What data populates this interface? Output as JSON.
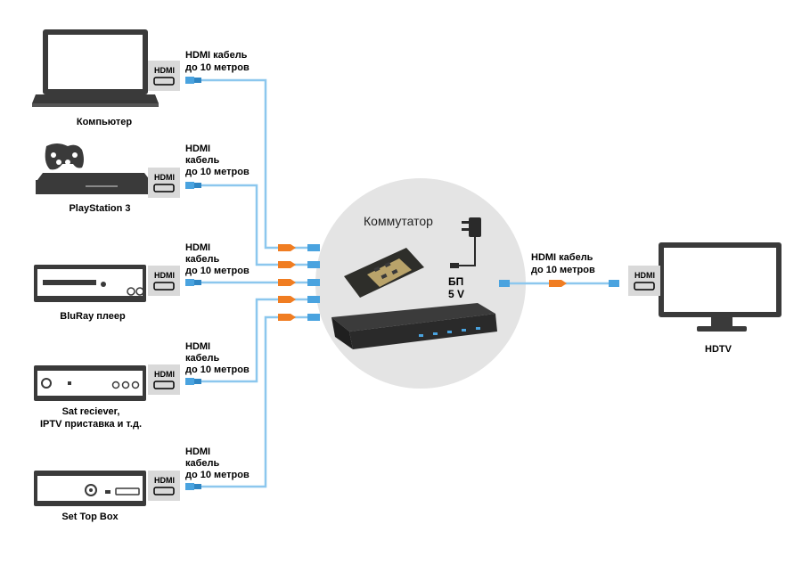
{
  "switch": {
    "title": "Коммутатор",
    "psu_line1": "БП",
    "psu_line2": "5 V"
  },
  "port_label": "HDMI",
  "devices": {
    "computer": "Компьютер",
    "playstation": "PlayStation 3",
    "bluray": "BluRay плеер",
    "sat_line1": "Sat reciever,",
    "sat_line2": "IPTV приставка и т.д.",
    "stb": "Set Top Box",
    "tv": "HDTV"
  },
  "cables": {
    "c1": [
      "HDMI кабель",
      "до 10 метров"
    ],
    "c2": [
      "HDMI",
      "кабель",
      "до 10 метров"
    ],
    "c3": [
      "HDMI",
      "кабель",
      "до 10 метров"
    ],
    "c4": [
      "HDMI",
      "кабель",
      "до 10 метров"
    ],
    "c5": [
      "HDMI",
      "кабель",
      "до 10 метров"
    ],
    "out": [
      "HDMI кабель",
      "до 10 метров"
    ]
  },
  "colors": {
    "cable": "#8cc7ee",
    "plug_orange": "#f07d22",
    "plug_blue": "#4aa3df",
    "device_gray": "#d9d9d9",
    "circle": "#e6e6e6"
  }
}
